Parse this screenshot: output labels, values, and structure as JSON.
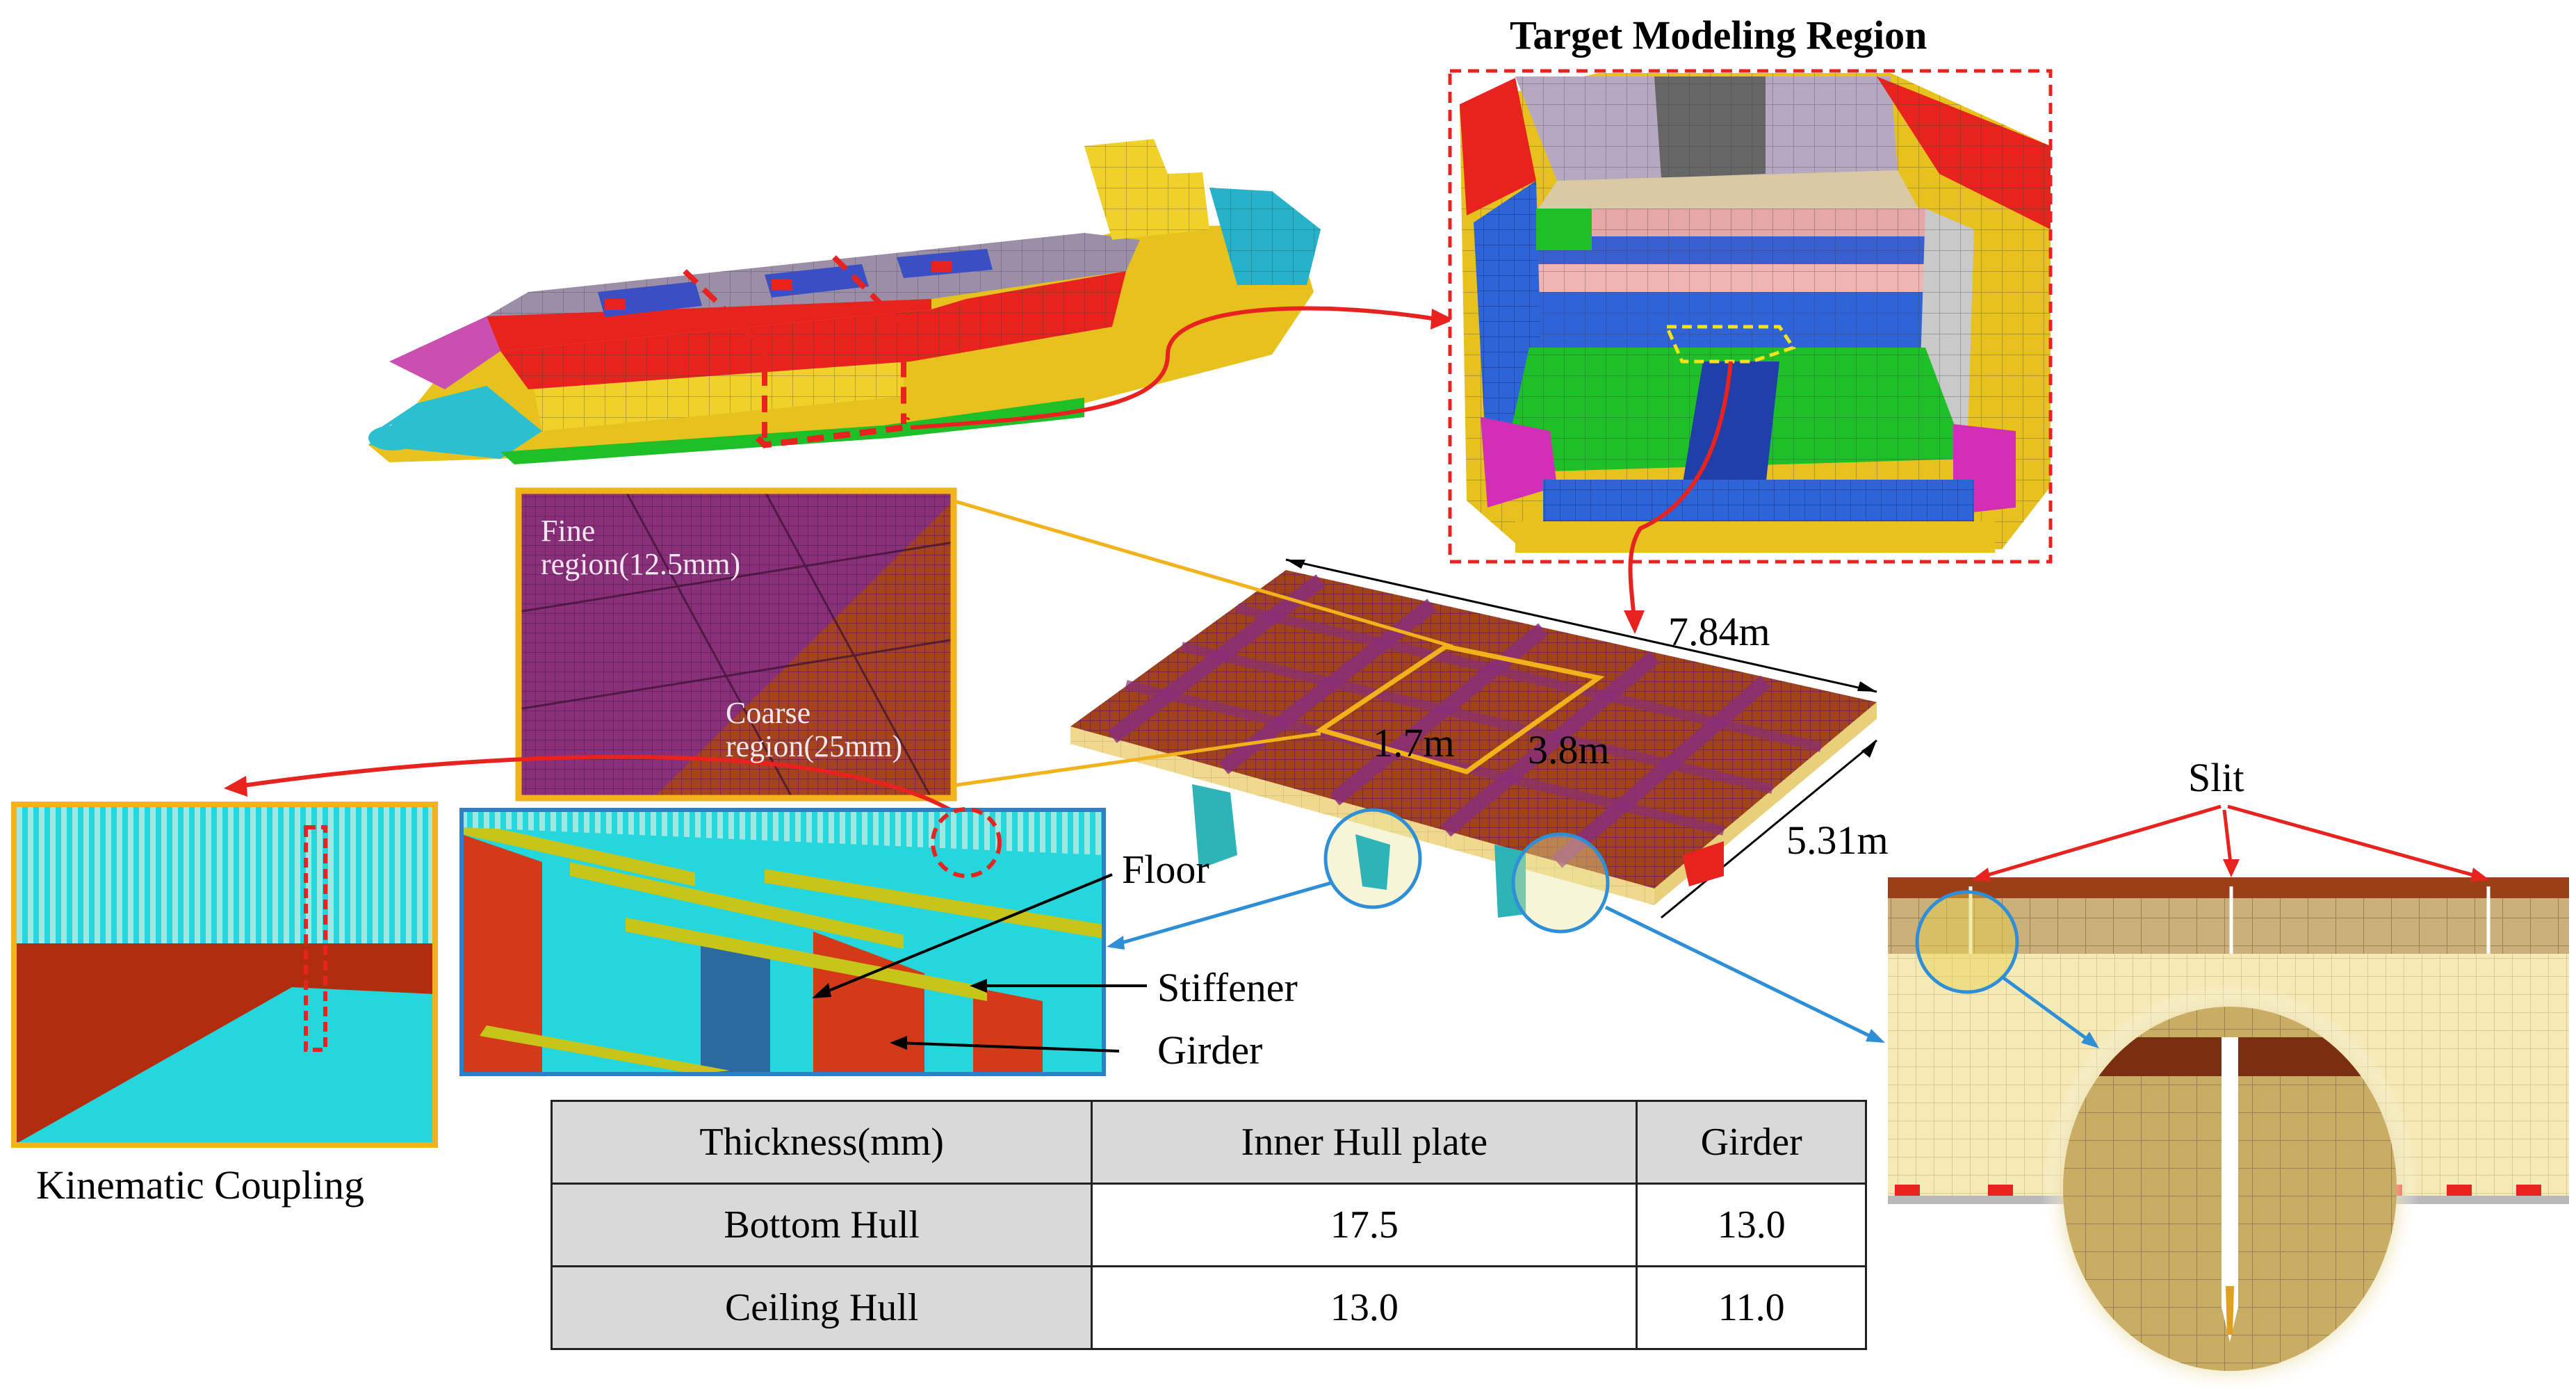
{
  "labels": {
    "target_region": "Target Modeling Region",
    "fine_region": "Fine region(12.5mm)",
    "coarse_region": "Coarse region(25mm)",
    "dim_length": "7.84m",
    "dim_width": "5.31m",
    "dim_fine_w": "1.7m",
    "dim_fine_l": "3.8m",
    "slit": "Slit",
    "floor": "Floor",
    "stiffener": "Stiffener",
    "girder": "Girder",
    "kinematic_coupling": "Kinematic Coupling"
  },
  "table": {
    "header": [
      "Thickness(mm)",
      "Inner Hull plate",
      "Girder"
    ],
    "rows": [
      [
        "Bottom Hull",
        "17.5",
        "13.0"
      ],
      [
        "Ceiling Hull",
        "13.0",
        "11.0"
      ]
    ]
  },
  "colors": {
    "highlight_red": "#e8231f",
    "highlight_orange": "#f2b21c",
    "highlight_blue": "#2f8fd6",
    "mesh_magenta": "#8a2f7a",
    "mesh_brown": "#a0421c",
    "cyan": "#22d4dc",
    "hull_yellow": "#e6d96a",
    "hull_green": "#1fbf2a"
  }
}
